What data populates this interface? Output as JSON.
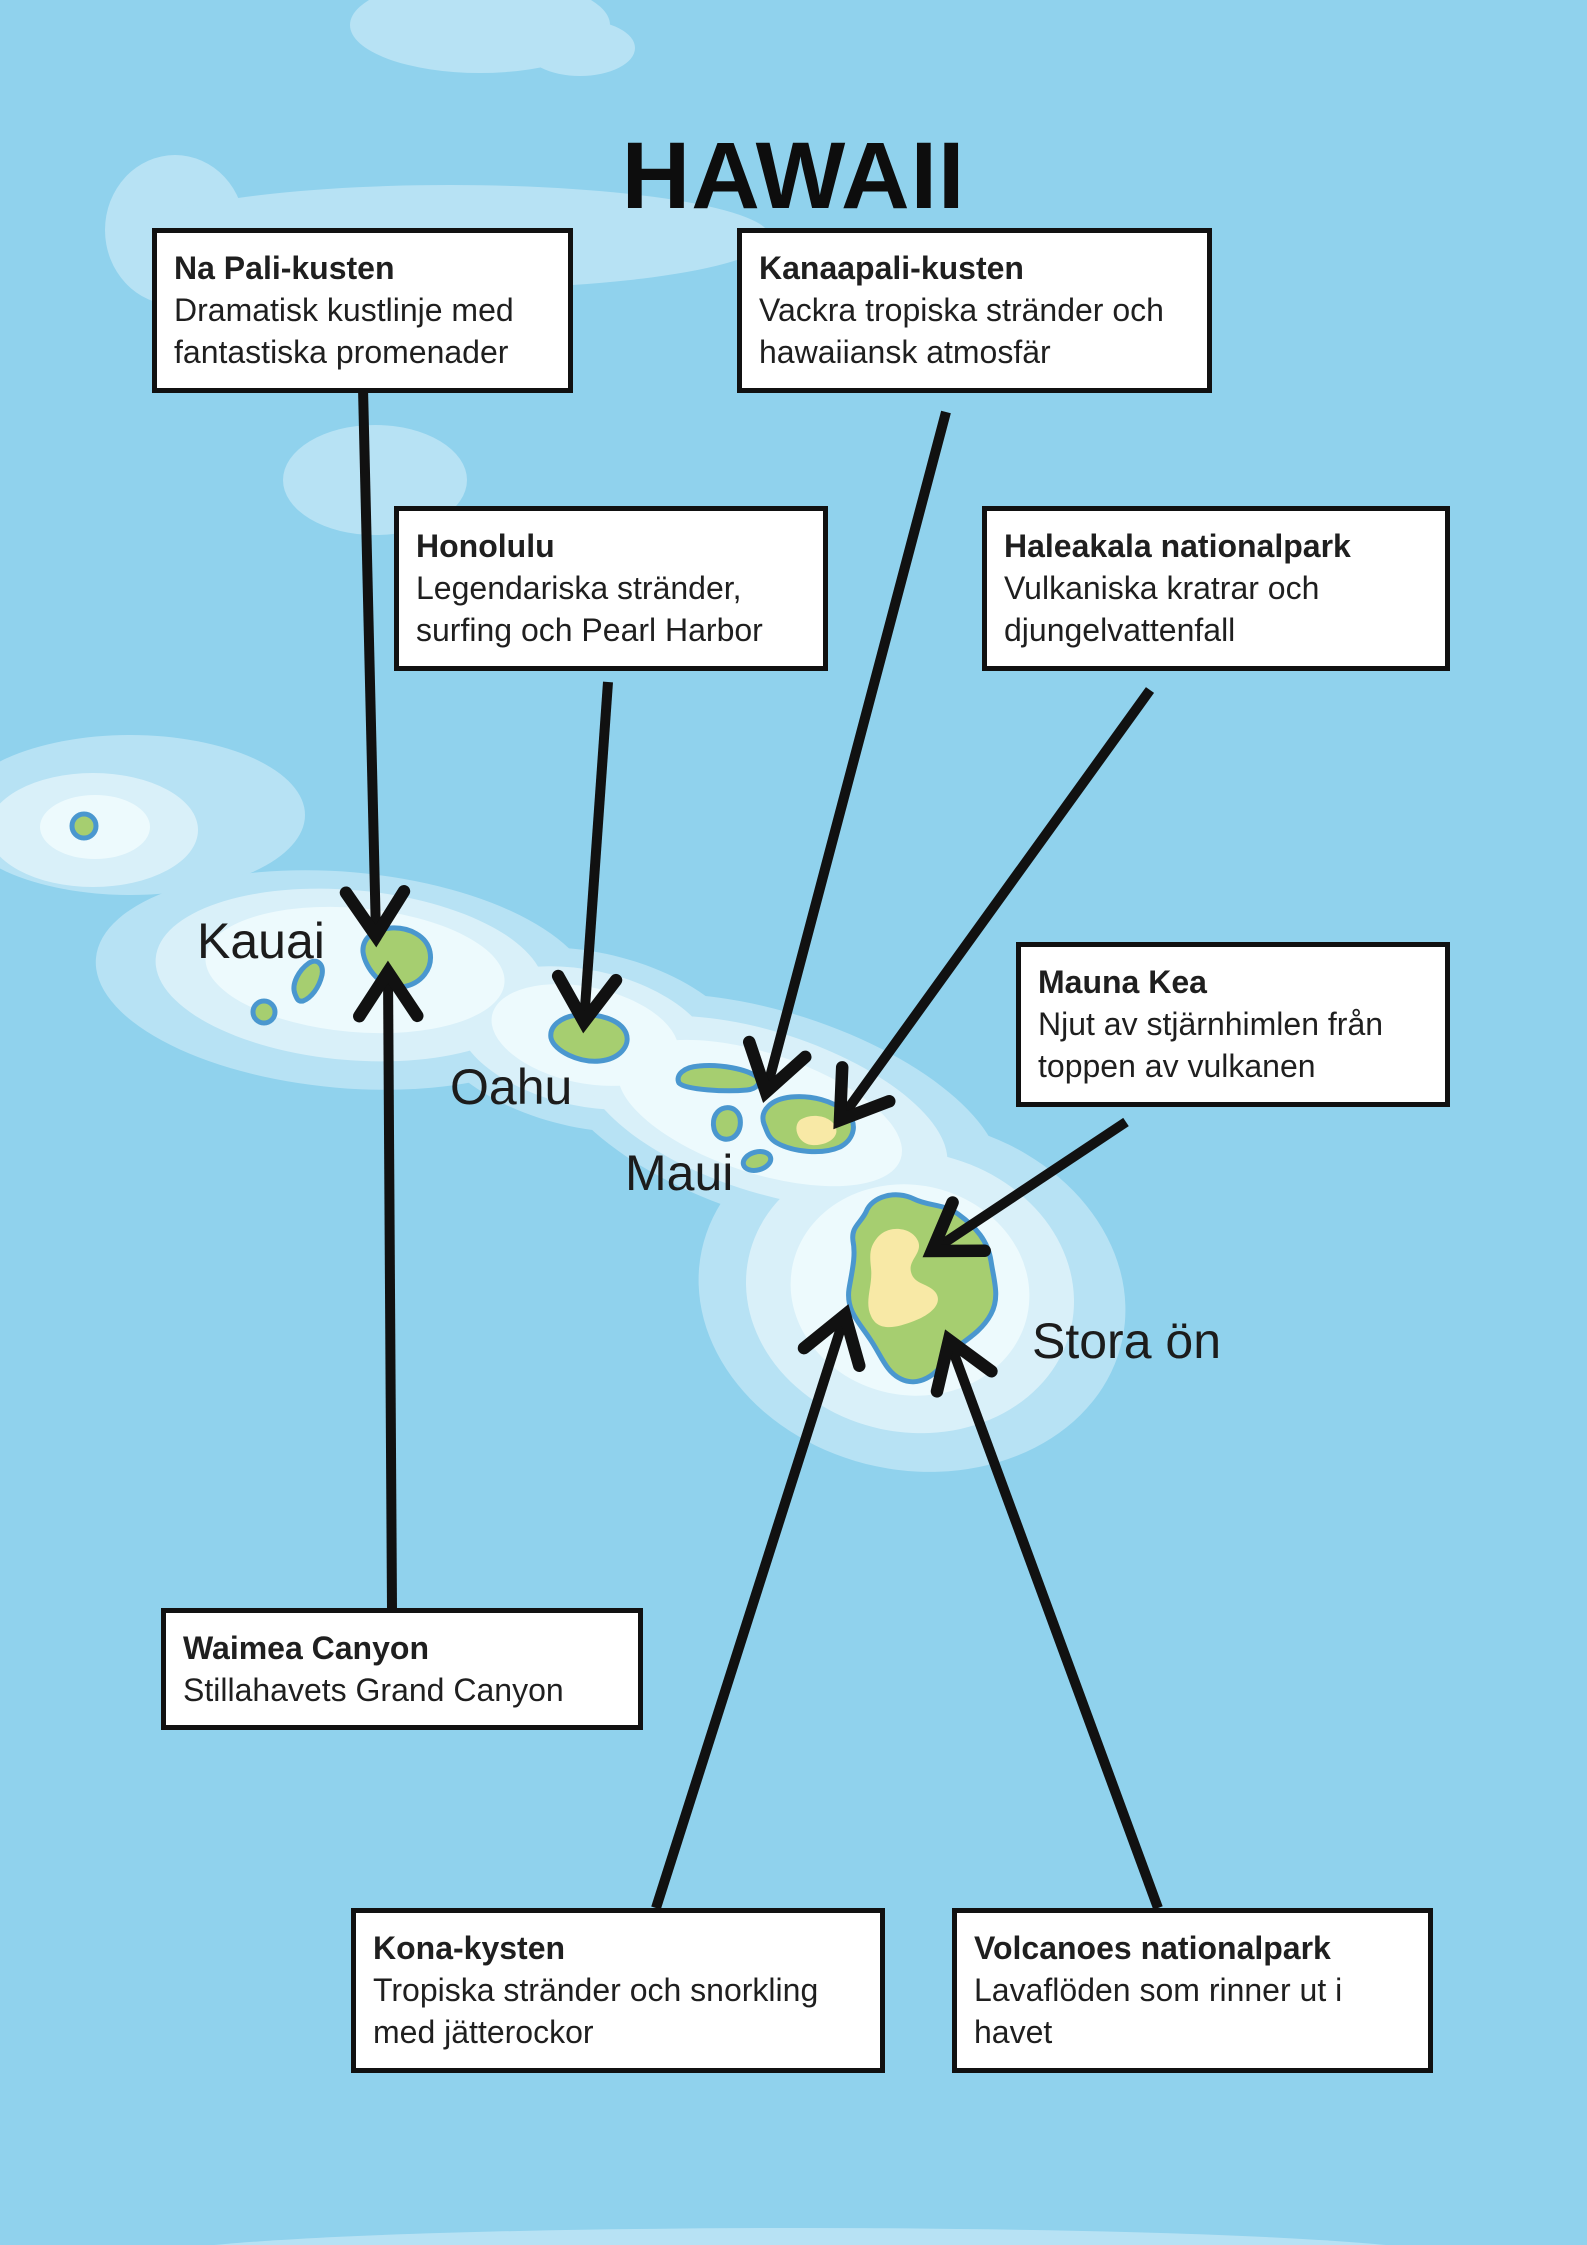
{
  "title": "HAWAII",
  "islands": [
    {
      "name": "Kauai"
    },
    {
      "name": "Oahu"
    },
    {
      "name": "Maui"
    },
    {
      "name": "Stora ön"
    }
  ],
  "callouts": [
    {
      "title": "Na Pali-kusten",
      "body": "Dramatisk kustlinje med fantastiska promenader"
    },
    {
      "title": "Kanaapali-kusten",
      "body": "Vackra tropiska stränder och hawaiiansk atmosfär"
    },
    {
      "title": "Honolulu",
      "body": "Legendariska stränder, surfing och Pearl Harbor"
    },
    {
      "title": "Haleakala nationalpark",
      "body": "Vulkaniska kratrar och djungelvattenfall"
    },
    {
      "title": "Mauna Kea",
      "body": "Njut av stjärnhimlen från toppen av vulkanen"
    },
    {
      "title": "Waimea Canyon",
      "body": "Stillahavets Grand Canyon"
    },
    {
      "title": "Kona-kysten",
      "body": "Tropiska stränder och snorkling med jätterockor"
    },
    {
      "title": "Volcanoes nationalpark",
      "body": "Lavaflöden som rinner ut i havet"
    }
  ],
  "colors": {
    "ocean": "#90d2ed",
    "ocean_light": "#b7e2f4",
    "halo_mid": "#d9f0f9",
    "halo_core": "#edfafd",
    "island_green": "#a6ce70",
    "island_outline": "#4a97cf",
    "highland_yellow": "#f8e9a6",
    "ink": "#111111",
    "box_bg": "#ffffff",
    "box_border": "#111111"
  }
}
